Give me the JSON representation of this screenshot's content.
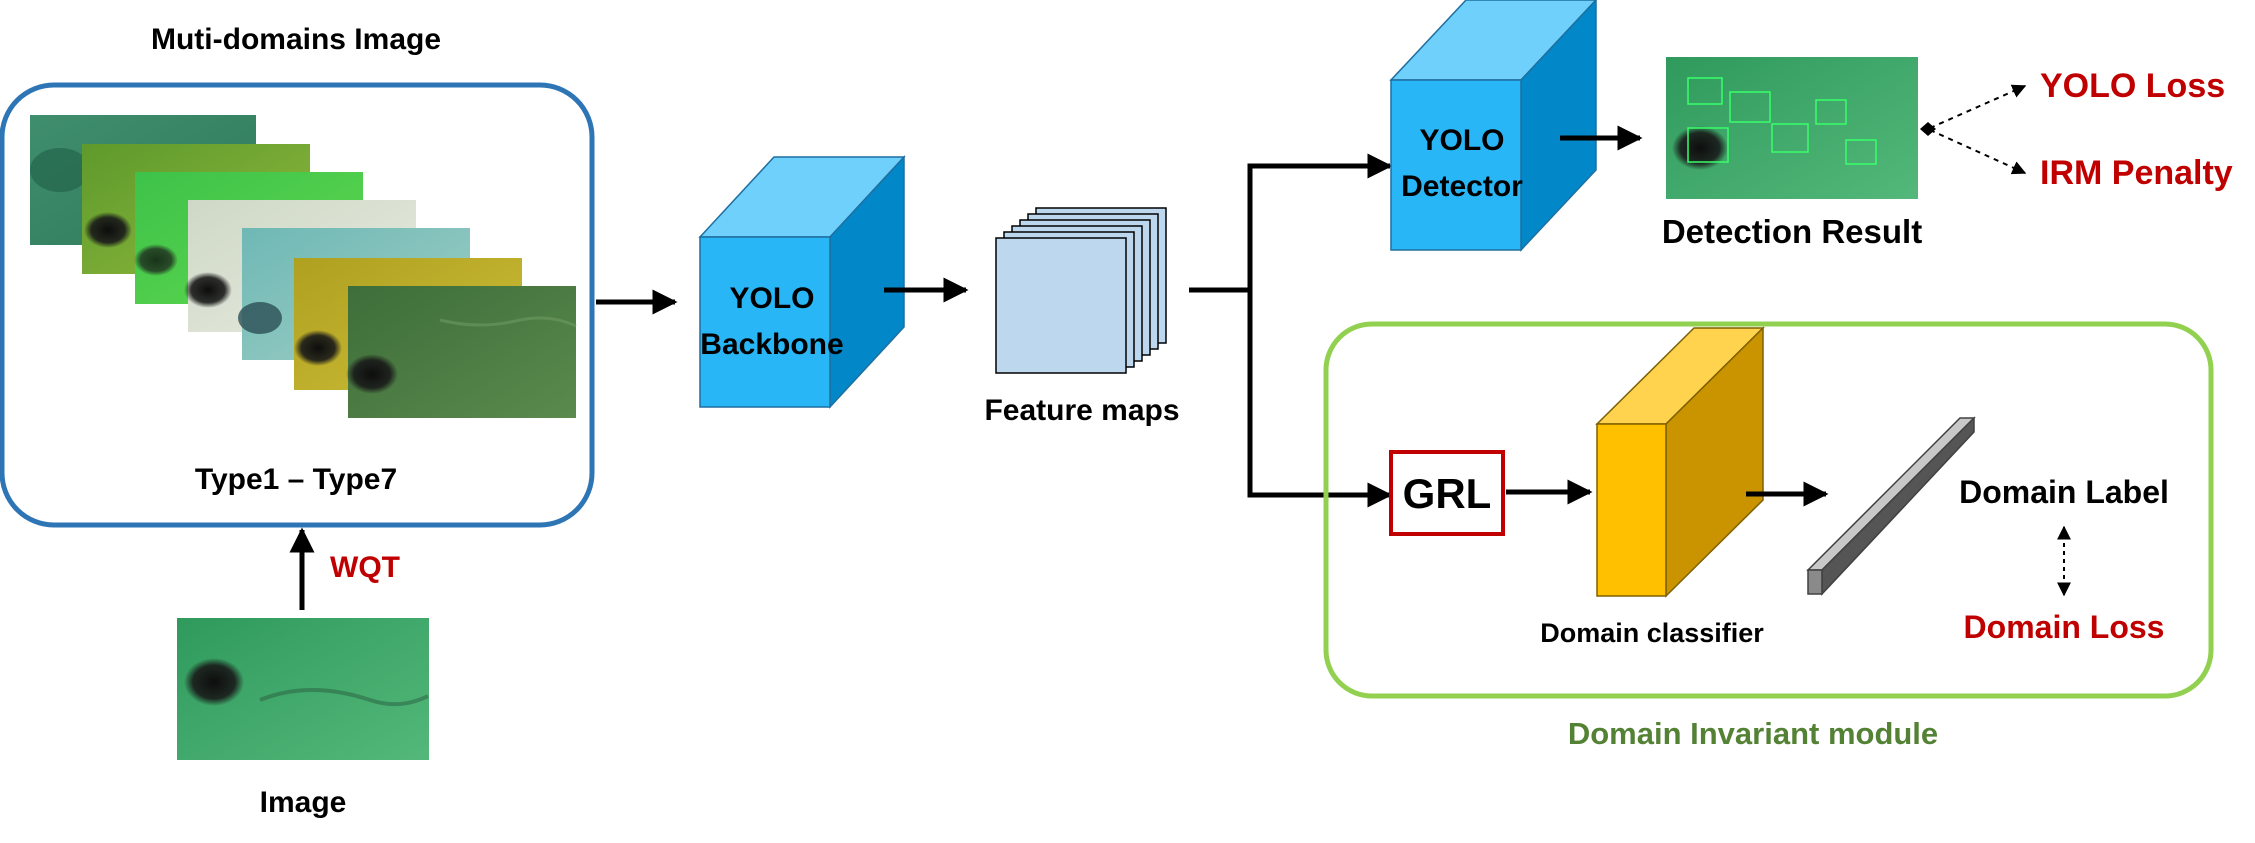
{
  "labels": {
    "multi_domains_title": "Muti-domains Image",
    "types_range": "Type1 – Type7",
    "wqt": "WQT",
    "image": "Image",
    "backbone_line1": "YOLO",
    "backbone_line2": "Backbone",
    "feature_maps": "Feature maps",
    "detector_line1": "YOLO",
    "detector_line2": "Detector",
    "detection_result": "Detection Result",
    "yolo_loss": "YOLO Loss",
    "irm_penalty": "IRM Penalty",
    "grl": "GRL",
    "domain_classifier": "Domain classifier",
    "domain_label": "Domain Label",
    "domain_loss": "Domain Loss",
    "domain_invariant_module": "Domain Invariant module"
  },
  "colors": {
    "box_blue": "#2e75b6",
    "module_green": "#92d050",
    "module_label_green": "#548235",
    "loss_red": "#c00000",
    "cube_blue_front": "#29b6f6",
    "cube_blue_top": "#6fd0fb",
    "cube_blue_side": "#0288c8",
    "classifier_front": "#ffc000",
    "classifier_top": "#ffd34d",
    "classifier_side": "#c99400",
    "feature_map_fill": "#bdd7ee"
  }
}
